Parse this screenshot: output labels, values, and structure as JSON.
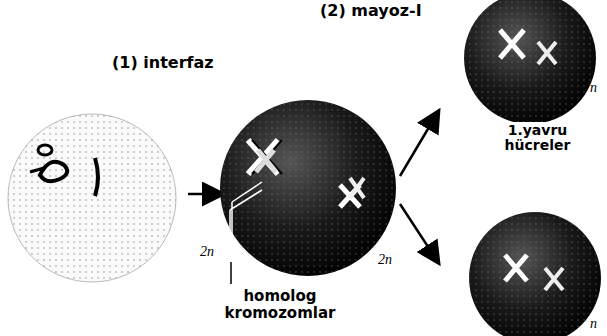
{
  "diagram": {
    "labels": [
      "(2) mayoz-I",
      "(1) interfaz",
      "2n",
      "2n",
      "homolog kromozomlar",
      "n",
      "1.yavru hücreler",
      "n"
    ]
  }
}
